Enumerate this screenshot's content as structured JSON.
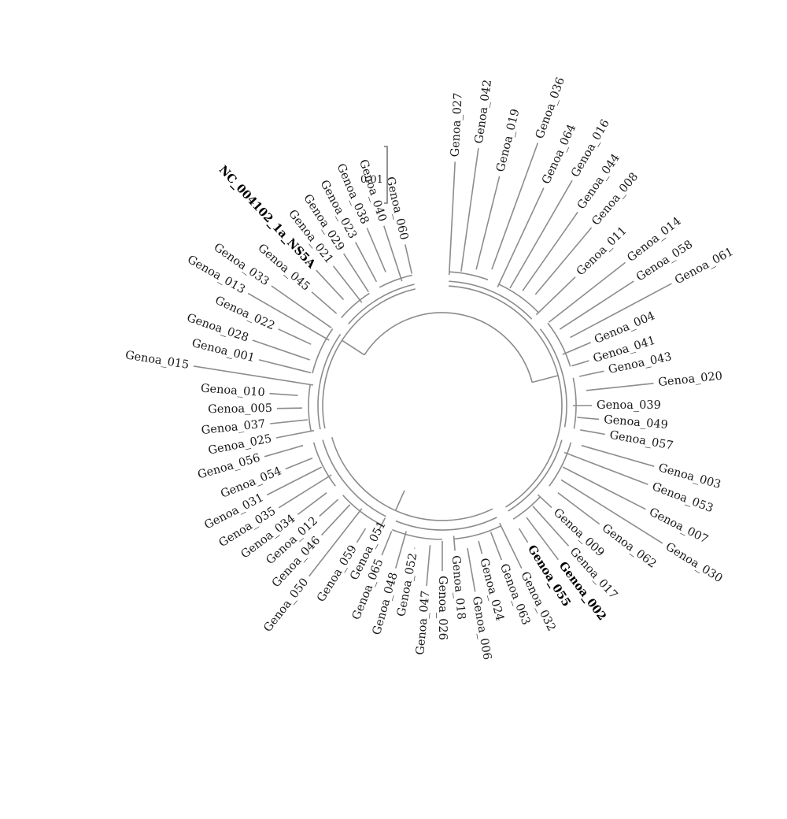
{
  "tree": {
    "layout": "circular",
    "scale_bar": {
      "label": "0.01",
      "length": 0.01
    },
    "highlighted_leaves": [
      "NC_004102_1a_NS5A",
      "Genoa_055",
      "Genoa_002"
    ],
    "leaves": [
      "Genoa_027",
      "Genoa_042",
      "Genoa_019",
      "Genoa_036",
      "Genoa_064",
      "Genoa_016",
      "Genoa_044",
      "Genoa_008",
      "Genoa_011",
      "Genoa_014",
      "Genoa_058",
      "Genoa_061",
      "Genoa_004",
      "Genoa_041",
      "Genoa_043",
      "Genoa_020",
      "Genoa_039",
      "Genoa_049",
      "Genoa_057",
      "Genoa_003",
      "Genoa_053",
      "Genoa_007",
      "Genoa_030",
      "Genoa_062",
      "Genoa_009",
      "Genoa_017",
      "Genoa_002",
      "Genoa_055",
      "Genoa_032",
      "Genoa_063",
      "Genoa_024",
      "Genoa_006",
      "Genoa_018",
      "Genoa_026",
      "Genoa_047",
      "Genoa_052",
      "Genoa_048",
      "Genoa_065",
      "Genoa_051",
      "Genoa_059",
      "Genoa_050",
      "Genoa_046",
      "Genoa_012",
      "Genoa_034",
      "Genoa_035",
      "Genoa_031",
      "Genoa_054",
      "Genoa_056",
      "Genoa_025",
      "Genoa_037",
      "Genoa_005",
      "Genoa_010",
      "Genoa_015",
      "Genoa_001",
      "Genoa_028",
      "Genoa_022",
      "Genoa_013",
      "Genoa_033",
      "Genoa_045",
      "NC_004102_1a_NS5A",
      "Genoa_021",
      "Genoa_029",
      "Genoa_023",
      "Genoa_038",
      "Genoa_040",
      "Genoa_060"
    ]
  }
}
